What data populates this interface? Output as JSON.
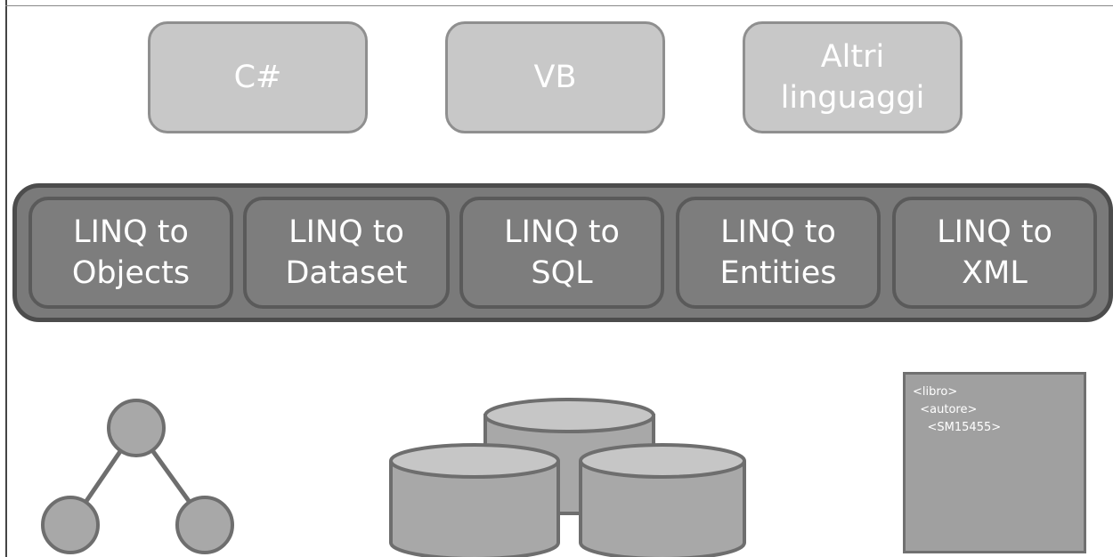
{
  "languages": [
    {
      "label": "C#"
    },
    {
      "label": "VB"
    },
    {
      "label": "Altri\nlinguaggi"
    }
  ],
  "providers": [
    {
      "label": "LINQ to\nObjects"
    },
    {
      "label": "LINQ to\nDataset"
    },
    {
      "label": "LINQ to\nSQL"
    },
    {
      "label": "LINQ to\nEntities"
    },
    {
      "label": "LINQ to\nXML"
    }
  ],
  "xml_document": {
    "lines": [
      "<libro>",
      "  <autore>",
      "    <SM15455>"
    ]
  },
  "colors": {
    "language_fill": "#c8c8c8",
    "provider_fill": "#7d7d7d",
    "bar_fill": "#7a7a7a",
    "node_fill": "#a8a8a8"
  }
}
